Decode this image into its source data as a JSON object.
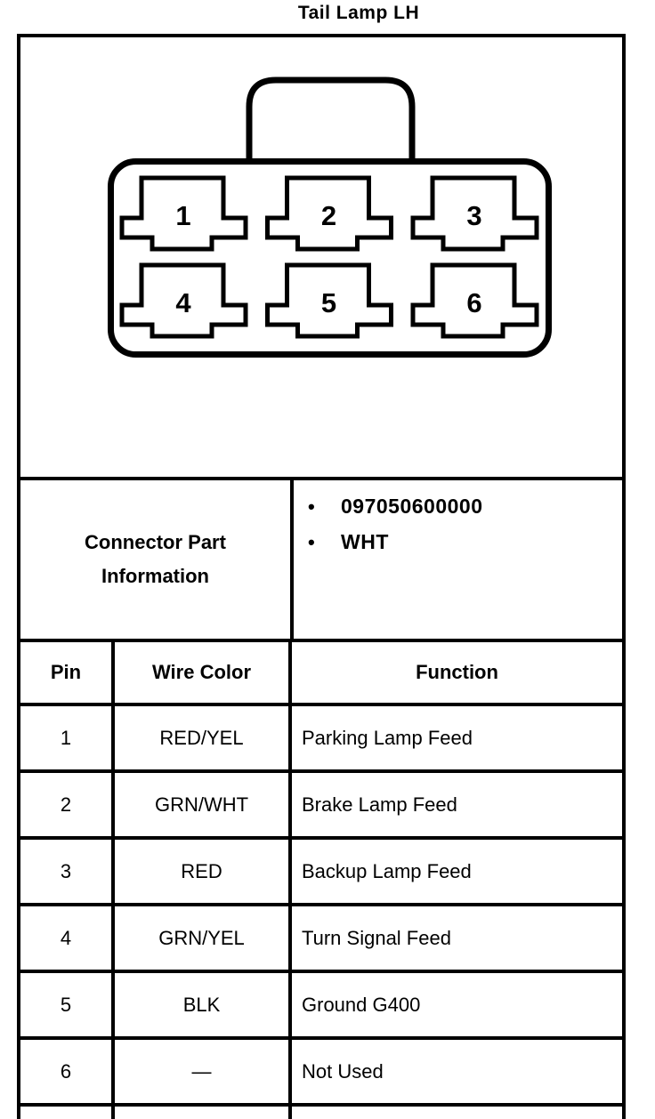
{
  "title": "Tail Lamp LH",
  "colors": {
    "ink": "#000000",
    "background": "#ffffff"
  },
  "diagram": {
    "name": "6-cavity connector face view",
    "pins": [
      "1",
      "2",
      "3",
      "4",
      "5",
      "6"
    ]
  },
  "part_info": {
    "label": "Connector Part Information",
    "bullet_icon": "•",
    "items": [
      "097050600000",
      "WHT"
    ]
  },
  "pin_table": {
    "headers": {
      "pin": "Pin",
      "wire_color": "Wire Color",
      "function": "Function"
    },
    "rows": [
      {
        "pin": "1",
        "wire_color": "RED/YEL",
        "function": "Parking Lamp Feed"
      },
      {
        "pin": "2",
        "wire_color": "GRN/WHT",
        "function": "Brake Lamp Feed"
      },
      {
        "pin": "3",
        "wire_color": "RED",
        "function": "Backup Lamp Feed"
      },
      {
        "pin": "4",
        "wire_color": "GRN/YEL",
        "function": "Turn Signal Feed"
      },
      {
        "pin": "5",
        "wire_color": "BLK",
        "function": "Ground G400"
      },
      {
        "pin": "6",
        "wire_color": "—",
        "function": "Not Used"
      }
    ]
  }
}
